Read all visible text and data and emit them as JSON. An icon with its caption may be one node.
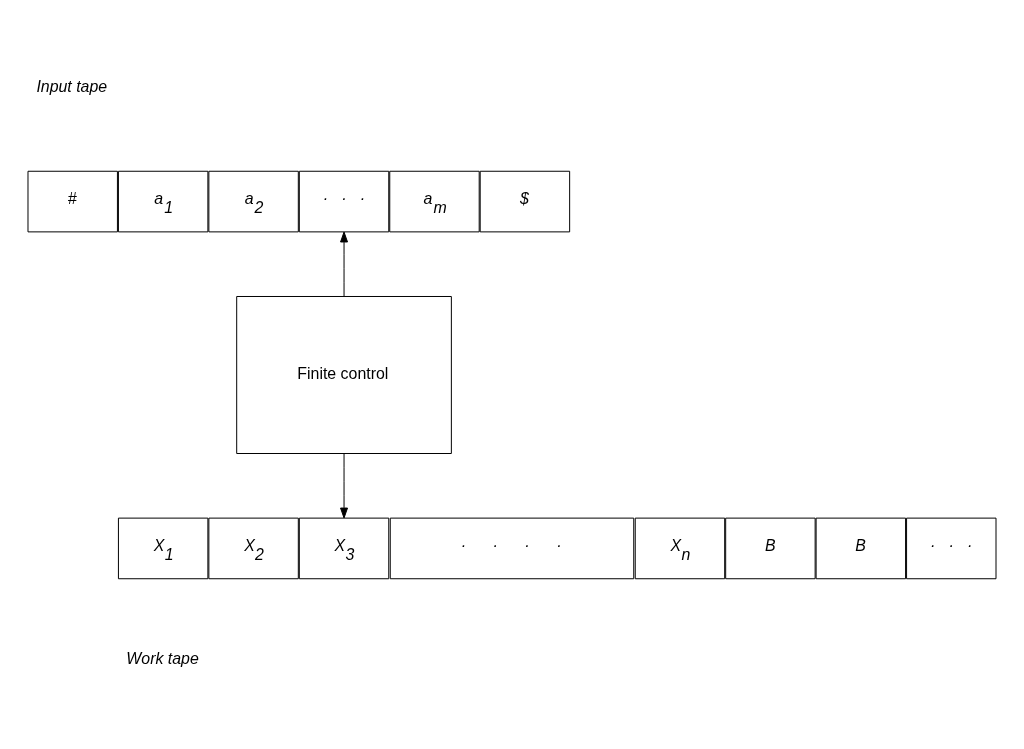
{
  "diagram": {
    "nodes": [
      {
        "text": [
          "#"
        ]
      },
      {
        "text": [
          "a$_{1}$"
        ]
      },
      {
        "text": [
          "a$_{2}$"
        ]
      },
      {
        "text": [
          "·   ·   ·"
        ]
      },
      {
        "text": [
          "a$_{m}$"
        ]
      },
      {
        "text": [
          "$"
        ]
      },
      {
        "text": [
          "Finite control"
        ]
      },
      {
        "text": [
          "X$_{1}$"
        ]
      },
      {
        "text": [
          "X$_{2}$"
        ]
      },
      {
        "text": [
          "X$_{3}$"
        ]
      },
      {
        "text": [
          "·      ·      ·      ·"
        ]
      },
      {
        "text": [
          "X$_{n}$"
        ]
      },
      {
        "text": [
          "B"
        ]
      },
      {
        "text": [
          "B"
        ]
      },
      {
        "text": [
          "·   ·   ·"
        ]
      }
    ],
    "edges": [
      {
        "from": 6,
        "to": 3,
        "arrow": "to"
      },
      {
        "from": 6,
        "to": 9,
        "arrow": "to"
      }
    ],
    "labels": [
      "Input tape",
      "Work tape"
    ]
  }
}
